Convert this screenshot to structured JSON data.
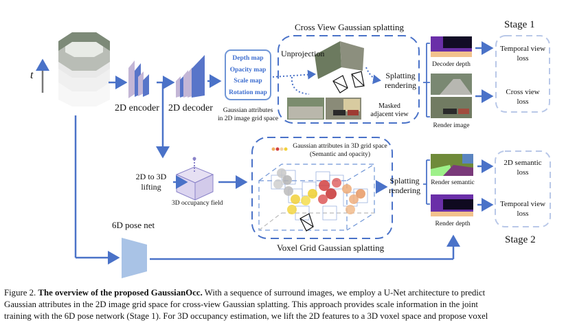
{
  "figure": {
    "input": {
      "time_axis_label": "t"
    },
    "encoder_label": "2D encoder",
    "decoder_label": "2D decoder",
    "gaussian_maps": {
      "items": [
        "Depth map",
        "Opacity map",
        "Scale map",
        "Rotation map"
      ],
      "caption_line1": "Gaussian attributes",
      "caption_line2": "in 2D image grid space"
    },
    "cross_view": {
      "title": "Cross View Gaussian splatting",
      "unprojection": "Unprojection",
      "splatting_line1": "Splatting",
      "splatting_line2": "rendering",
      "masked_line1": "Masked",
      "masked_line2": "adjacent view"
    },
    "stage1": {
      "title": "Stage 1",
      "outputs": [
        "Decoder depth",
        "Render image"
      ],
      "losses": [
        {
          "line1": "Temporal view",
          "line2": "loss"
        },
        {
          "line1": "Cross view",
          "line2": "loss"
        }
      ]
    },
    "lifting": {
      "line1": "2D to 3D",
      "line2": "lifting",
      "field_label": "3D occupancy field"
    },
    "voxel_grid": {
      "title": "Voxel Grid Gaussian splatting",
      "attr_line1": "Gaussian attributes in 3D grid space",
      "attr_line2": "(Semantic and opacity)",
      "splatting_line1": "Splatting",
      "splatting_line2": "rendering"
    },
    "stage2": {
      "title": "Stage 2",
      "outputs": [
        "Render semantic",
        "Render depth"
      ],
      "losses": [
        {
          "line1": "2D semantic",
          "line2": "loss"
        },
        {
          "line1": "Temporal view",
          "line2": "loss"
        }
      ]
    },
    "pose_net_label": "6D pose net",
    "colors": {
      "accent": "#4a72c8",
      "light_accent": "#a9c3e6",
      "dashed_loss": "#b9c8e8"
    }
  },
  "caption": {
    "prefix": "Figure 2.",
    "bold": "The overview of the proposed GaussianOcc.",
    "line1_rest": "With a sequence of surround images, we employ a U-Net architecture to predict",
    "line2": "Gaussian attributes in the 2D image grid space for cross-view Gaussian splatting.  This approach provides scale information in the joint",
    "line3": "training with the 6D pose network (Stage 1). For 3D occupancy estimation, we lift the 2D features to a 3D voxel space and propose voxel"
  }
}
